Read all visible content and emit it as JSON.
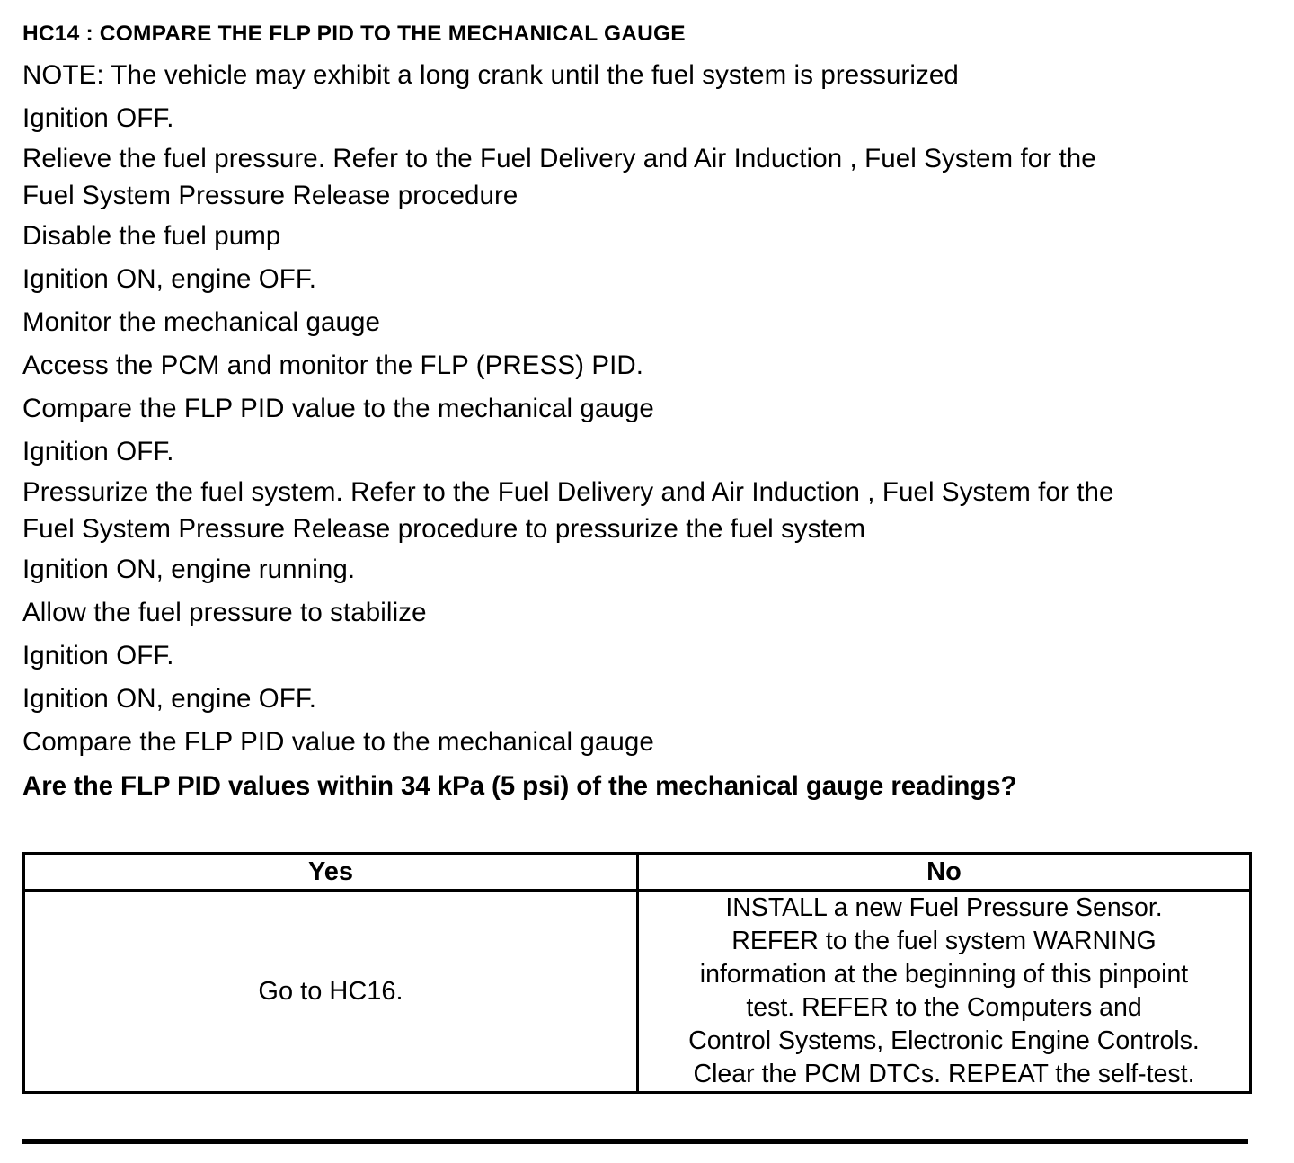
{
  "document": {
    "title": "HC14 : COMPARE THE FLP  PID TO THE MECHANICAL GAUGE",
    "steps": [
      {
        "id": "note",
        "text": "NOTE: The vehicle may exhibit a long crank until the fuel system is pressurized"
      },
      {
        "id": "ign-off-1",
        "text": "Ignition OFF."
      },
      {
        "id": "relieve-l1",
        "text": "Relieve the fuel pressure. Refer to the Fuel Delivery and Air Induction , Fuel System for the"
      },
      {
        "id": "relieve-l2",
        "text": "Fuel System Pressure Release procedure"
      },
      {
        "id": "disable",
        "text": "Disable the fuel pump"
      },
      {
        "id": "ign-on-1",
        "text": "Ignition ON, engine OFF."
      },
      {
        "id": "monitor",
        "text": "Monitor the mechanical gauge"
      },
      {
        "id": "access",
        "text": "Access the PCM and monitor the  FLP (PRESS) PID."
      },
      {
        "id": "compare-1",
        "text": "Compare the FLP  PID value to the mechanical gauge"
      },
      {
        "id": "ign-off-2",
        "text": "Ignition OFF."
      },
      {
        "id": "pressurize-l1",
        "text": "Pressurize the fuel system. Refer to the Fuel Delivery and Air Induction , Fuel System for the"
      },
      {
        "id": "pressurize-l2",
        "text": "Fuel System Pressure Release procedure to pressurize the fuel system"
      },
      {
        "id": "ign-on-run",
        "text": "Ignition ON, engine running."
      },
      {
        "id": "stabilize",
        "text": "Allow the fuel pressure to stabilize"
      },
      {
        "id": "ign-off-3",
        "text": "Ignition OFF."
      },
      {
        "id": "ign-on-2",
        "text": "Ignition ON, engine OFF."
      },
      {
        "id": "compare-2",
        "text": "Compare the FLP  PID value to the mechanical gauge"
      }
    ],
    "question": "Are the FLP  PID values within 34 kPa (5 psi) of the mechanical gauge readings?"
  },
  "decision_table": {
    "headers": {
      "yes": "Yes",
      "no": "No"
    },
    "yes_action": "Go to HC16.",
    "no_action_lines": [
      "INSTALL a new Fuel Pressure Sensor.",
      "REFER to the fuel system WARNING",
      "information at the beginning of this pinpoint",
      "test. REFER to the Computers and",
      "Control Systems, Electronic Engine Controls.",
      "Clear the PCM DTCs. REPEAT the self-test."
    ]
  },
  "colors": {
    "text": "#000000",
    "background": "#ffffff",
    "rule": "#000000"
  }
}
